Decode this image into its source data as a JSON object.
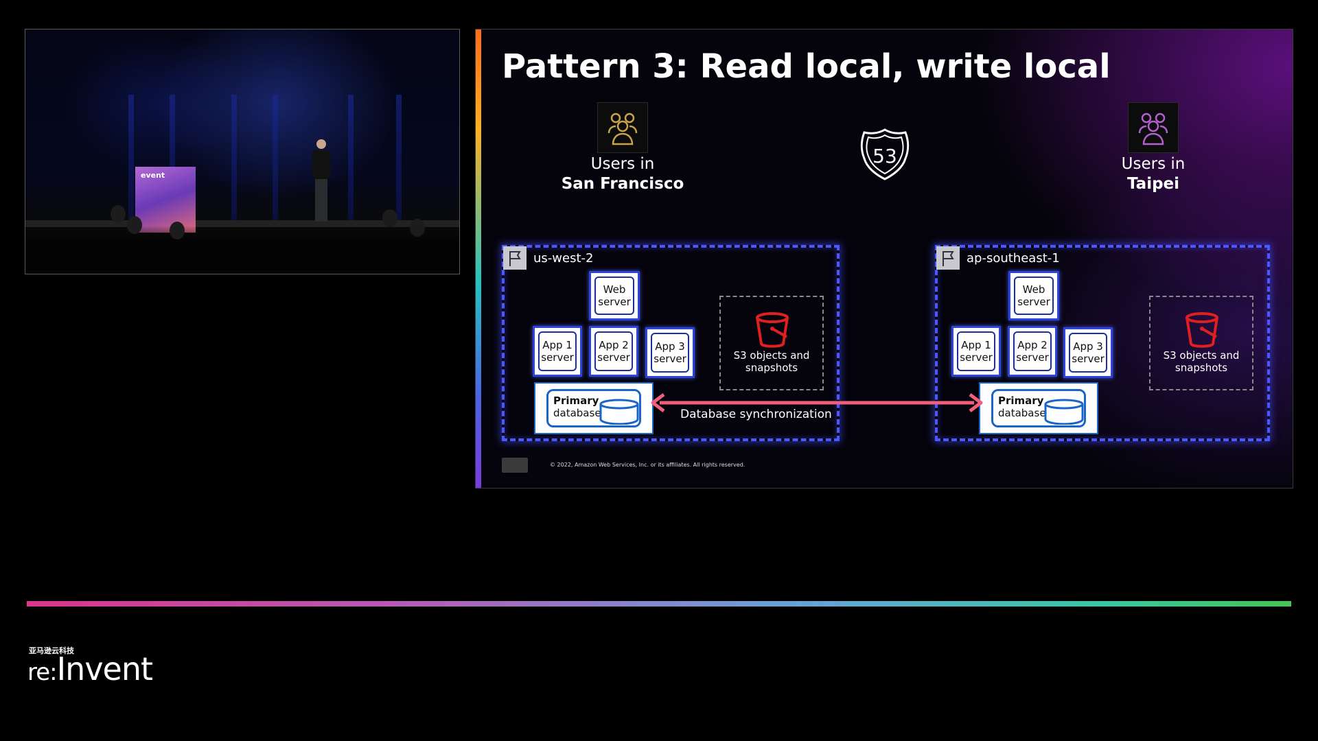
{
  "video": {
    "banner_mark": "event"
  },
  "slide": {
    "title": "Pattern 3: Read local, write local",
    "users_left": {
      "line1": "Users in",
      "city": "San Francisco",
      "icon_color": "#c8a44a"
    },
    "users_right": {
      "line1": "Users in",
      "city": "Taipei",
      "icon_color": "#b260d0"
    },
    "route53": {
      "icon": "route53-shield-icon",
      "label": "53"
    },
    "regions": [
      {
        "name": "us-west-2",
        "web_server": "Web server",
        "app_servers": [
          "App 1 server",
          "App 2 server",
          "App 3 server"
        ],
        "database": {
          "line1": "Primary",
          "line2": "database"
        },
        "s3": "S3 objects and snapshots"
      },
      {
        "name": "ap-southeast-1",
        "web_server": "Web server",
        "app_servers": [
          "App 1 server",
          "App 2 server",
          "App 3 server"
        ],
        "database": {
          "line1": "Primary",
          "line2": "database"
        },
        "s3": "S3 objects and snapshots"
      }
    ],
    "sync_label": "Database synchronization",
    "sync_color": "#f0607a",
    "region_border_color": "#4b58ff",
    "copyright": "© 2022, Amazon Web Services, Inc. or its affiliates. All rights reserved."
  },
  "brand": {
    "cn": "亚马逊云科技",
    "re": "re:",
    "name": "Invent"
  }
}
